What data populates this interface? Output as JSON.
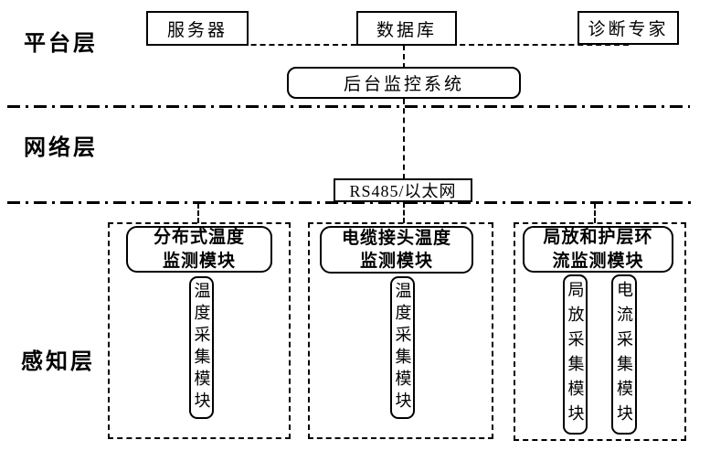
{
  "diagram": {
    "type": "layered-architecture",
    "layers": {
      "platform": {
        "label": "平台层"
      },
      "network": {
        "label": "网络层"
      },
      "perception": {
        "label": "感知层"
      }
    },
    "platform": {
      "server": "服务器",
      "database": "数据库",
      "expert": "诊断专家",
      "monitor": "后台监控系统"
    },
    "network": {
      "bus": "RS485/以太网"
    },
    "perception": {
      "modules": [
        {
          "title": "分布式温度\n监测模块",
          "collectors": [
            "温度采集模块"
          ]
        },
        {
          "title": "电缆接头温度\n监测模块",
          "collectors": [
            "温度采集模块"
          ]
        },
        {
          "title": "局放和护层环\n流监测模块",
          "collectors": [
            "局放采集模块",
            "电流采集模块"
          ]
        }
      ]
    },
    "colors": {
      "line": "#000000",
      "background": "#ffffff",
      "text": "#000000"
    }
  }
}
